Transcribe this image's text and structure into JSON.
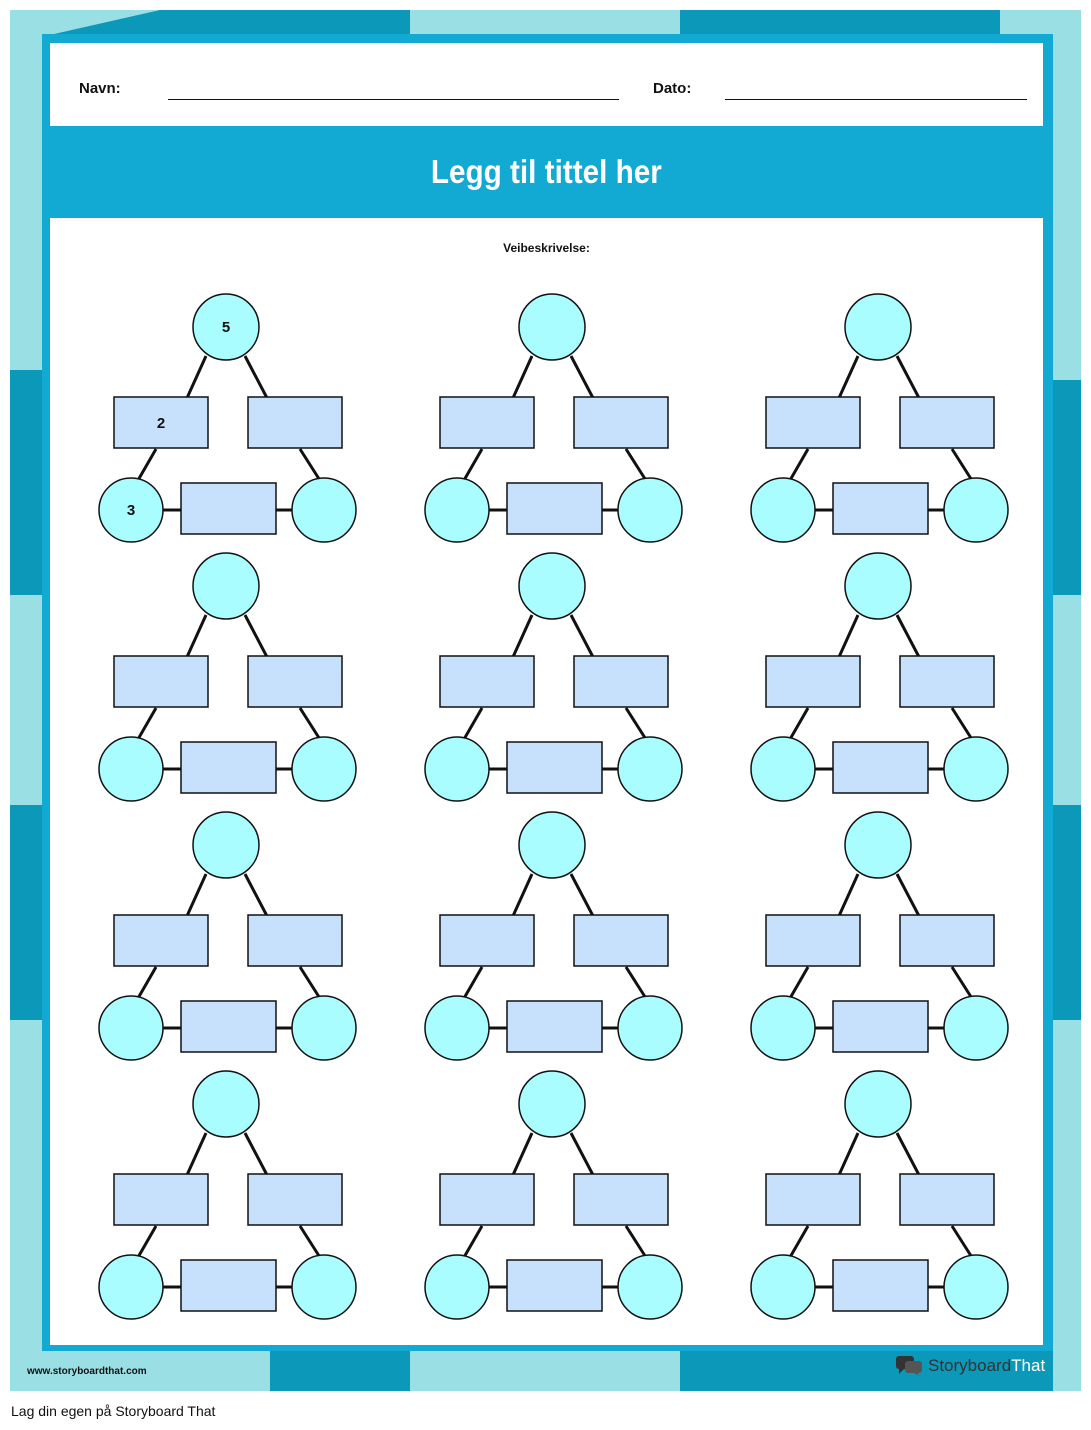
{
  "header": {
    "name_label": "Navn:",
    "date_label": "Dato:"
  },
  "title": "Legg til tittel her",
  "instructions_label": "Veibeskrivelse:",
  "colors": {
    "frame_outer": "#0b98b9",
    "frame_light": "#9adfe3",
    "frame_inner": "#12a9d2",
    "circle_fill": "#a9fdff",
    "box_fill": "#c7e0fb"
  },
  "puzzles": [
    {
      "top": "5",
      "box_left": "2",
      "box_right": "",
      "circle_left": "3",
      "box_bottom": "",
      "circle_right": ""
    },
    {
      "top": "",
      "box_left": "",
      "box_right": "",
      "circle_left": "",
      "box_bottom": "",
      "circle_right": ""
    },
    {
      "top": "",
      "box_left": "",
      "box_right": "",
      "circle_left": "",
      "box_bottom": "",
      "circle_right": ""
    },
    {
      "top": "",
      "box_left": "",
      "box_right": "",
      "circle_left": "",
      "box_bottom": "",
      "circle_right": ""
    },
    {
      "top": "",
      "box_left": "",
      "box_right": "",
      "circle_left": "",
      "box_bottom": "",
      "circle_right": ""
    },
    {
      "top": "",
      "box_left": "",
      "box_right": "",
      "circle_left": "",
      "box_bottom": "",
      "circle_right": ""
    },
    {
      "top": "",
      "box_left": "",
      "box_right": "",
      "circle_left": "",
      "box_bottom": "",
      "circle_right": ""
    },
    {
      "top": "",
      "box_left": "",
      "box_right": "",
      "circle_left": "",
      "box_bottom": "",
      "circle_right": ""
    },
    {
      "top": "",
      "box_left": "",
      "box_right": "",
      "circle_left": "",
      "box_bottom": "",
      "circle_right": ""
    },
    {
      "top": "",
      "box_left": "",
      "box_right": "",
      "circle_left": "",
      "box_bottom": "",
      "circle_right": ""
    },
    {
      "top": "",
      "box_left": "",
      "box_right": "",
      "circle_left": "",
      "box_bottom": "",
      "circle_right": ""
    },
    {
      "top": "",
      "box_left": "",
      "box_right": "",
      "circle_left": "",
      "box_bottom": "",
      "circle_right": ""
    }
  ],
  "footer": {
    "website": "www.storyboardthat.com",
    "brand_part1": "Storyboard",
    "brand_part2": "That"
  },
  "caption": "Lag din egen på Storyboard That",
  "icons": {
    "logo": "speech-bubbles-icon"
  }
}
